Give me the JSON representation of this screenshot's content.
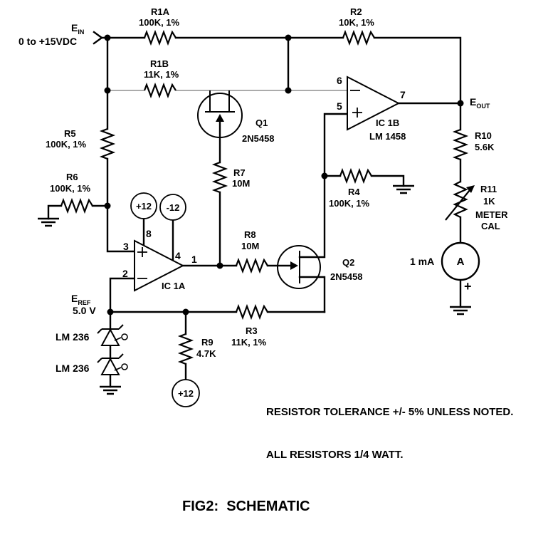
{
  "title": "FIG2:  SCHEMATIC",
  "notes": {
    "line1": "RESISTOR TOLERANCE +/- 5% UNLESS NOTED.",
    "line2": "ALL RESISTORS 1/4 WATT."
  },
  "nodes": {
    "e_in": {
      "main": "E",
      "sub": "IN",
      "range": "0 to +15VDC"
    },
    "e_out": {
      "main": "E",
      "sub": "OUT"
    },
    "e_ref": {
      "main": "E",
      "sub": "REF",
      "value": "5.0 V"
    }
  },
  "components": {
    "r1a": {
      "name": "R1A",
      "value": "100K, 1%"
    },
    "r1b": {
      "name": "R1B",
      "value": "11K, 1%"
    },
    "r2": {
      "name": "R2",
      "value": "10K, 1%"
    },
    "r3": {
      "name": "R3",
      "value": "11K, 1%"
    },
    "r4": {
      "name": "R4",
      "value": "100K, 1%"
    },
    "r5": {
      "name": "R5",
      "value": "100K, 1%"
    },
    "r6": {
      "name": "R6",
      "value": "100K, 1%"
    },
    "r7": {
      "name": "R7",
      "value": "10M"
    },
    "r8": {
      "name": "R8",
      "value": "10M"
    },
    "r9": {
      "name": "R9",
      "value": "4.7K"
    },
    "r10": {
      "name": "R10",
      "value": "5.6K"
    },
    "r11": {
      "name": "R11",
      "value": "1K",
      "note1": "METER",
      "note2": "CAL"
    },
    "q1": {
      "name": "Q1",
      "part": "2N5458"
    },
    "q2": {
      "name": "Q2",
      "part": "2N5458"
    },
    "ic1a": {
      "name": "IC 1A",
      "pin_noninv": "3",
      "pin_inv": "2",
      "pin_vplus": "8",
      "pin_vminus": "4",
      "pin_out": "1"
    },
    "ic1b": {
      "name": "IC 1B",
      "part": "LM 1458",
      "pin_inv": "6",
      "pin_noninv": "5",
      "pin_out": "7"
    },
    "d1": {
      "part": "LM 236"
    },
    "d2": {
      "part": "LM 236"
    },
    "supply_pos_a": {
      "value": "+12"
    },
    "supply_neg_a": {
      "value": "-12"
    },
    "supply_pos_b": {
      "value": "+12"
    },
    "meter": {
      "range": "1 mA",
      "symbol": "A",
      "polarity": "+"
    }
  }
}
